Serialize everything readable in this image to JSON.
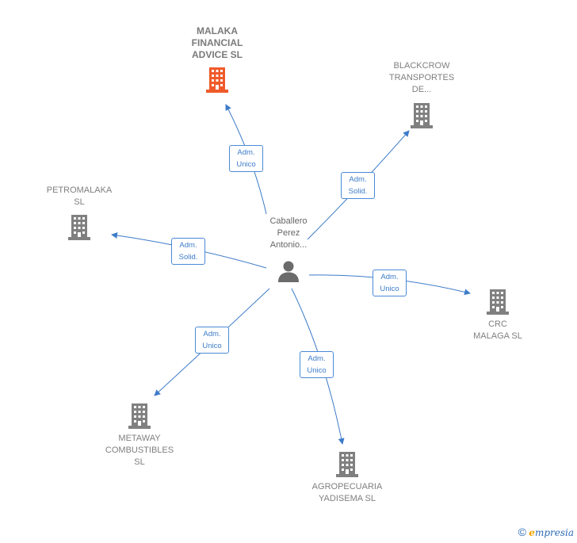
{
  "center": {
    "label": "Caballero\nPerez\nAntonio..."
  },
  "companies": [
    {
      "label": "MALAKA\nFINANCIAL\nADVICE  SL",
      "highlight": true
    },
    {
      "label": "BLACKCROW\nTRANSPORTES\nDE..."
    },
    {
      "label": "PETROMALAKA\nSL"
    },
    {
      "label": "CRC\nMALAGA  SL"
    },
    {
      "label": "METAWAY\nCOMBUSTIBLES\nSL"
    },
    {
      "label": "AGROPECUARIA\nYADISEMA  SL"
    }
  ],
  "relations": [
    {
      "label": "Adm.\nUnico"
    },
    {
      "label": "Adm.\nSolid."
    },
    {
      "label": "Adm.\nSolid."
    },
    {
      "label": "Adm.\nUnico"
    },
    {
      "label": "Adm.\nUnico"
    },
    {
      "label": "Adm.\nUnico"
    }
  ],
  "colors": {
    "edge": "#3d7cc9",
    "building": "#808080",
    "highlight": "#ef5a2a"
  },
  "footer": {
    "copyright": "©",
    "brand_e": "e",
    "brand_rest": "mpresia"
  }
}
